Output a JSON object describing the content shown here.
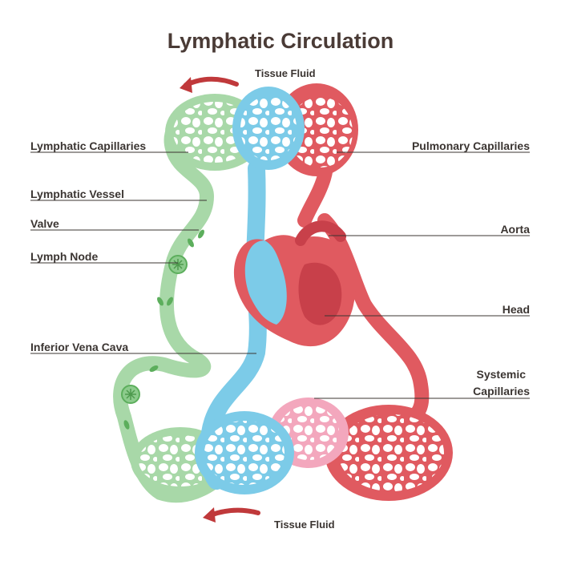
{
  "title": "Lymphatic Circulation",
  "labels": {
    "tissue_fluid_top": "Tissue Fluid",
    "tissue_fluid_bottom": "Tissue Fluid",
    "lymphatic_capillaries": "Lymphatic Capillaries",
    "lymphatic_vessel": "Lymphatic Vessel",
    "valve": "Valve",
    "lymph_node": "Lymph Node",
    "inferior_vena_cava": "Inferior Vena Cava",
    "pulmonary_capillaries": "Pulmonary Capillaries",
    "aorta": "Aorta",
    "head": "Head",
    "systemic_capillaries_1": "Systemic",
    "systemic_capillaries_2": "Capillaries"
  },
  "colors": {
    "lymph": "#a8d8a8",
    "lymph_dark": "#5cae5c",
    "venous": "#7ccbe8",
    "arterial": "#e05a60",
    "arterial_dark": "#c8404a",
    "mixed": "#f3a7bd",
    "arrow": "#c0393b",
    "title": "#4a3b36"
  }
}
